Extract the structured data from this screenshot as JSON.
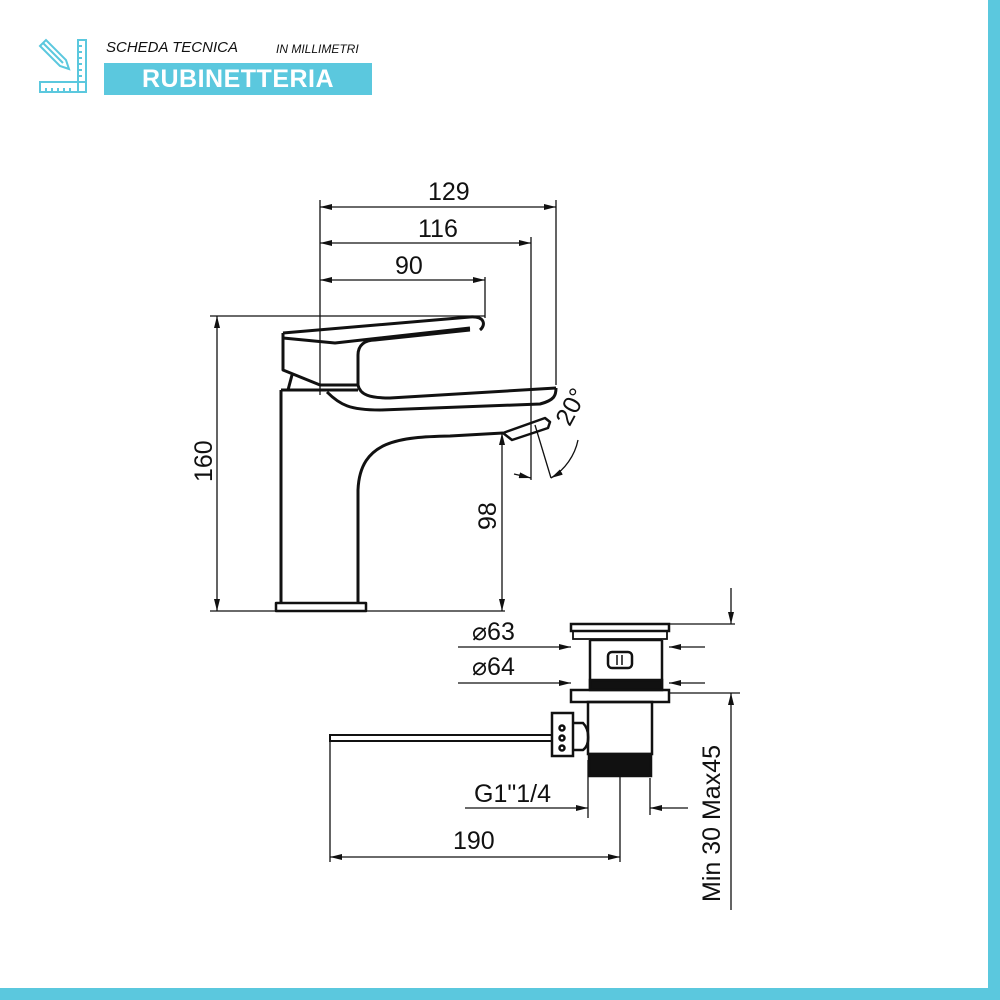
{
  "header": {
    "icon": "ruler-pencil-icon",
    "sheet_title": "SCHEDA TECNICA",
    "unit_note": "IN MILLIMETRI",
    "category": "RUBINETTERIA"
  },
  "colors": {
    "accent": "#5bc8de",
    "line": "#111111",
    "background": "#ffffff"
  },
  "faucet_dimensions": {
    "overall_depth": "129",
    "spout_reach": "116",
    "lever_reach": "90",
    "total_height": "160",
    "spout_height": "98",
    "aerator_angle": "20°"
  },
  "waste_dimensions": {
    "flange_diameter_1": "⌀63",
    "flange_diameter_2": "⌀64",
    "thread": "G1\"1/4",
    "rod_length": "190",
    "thickness_range": "Min 30 Max45"
  }
}
